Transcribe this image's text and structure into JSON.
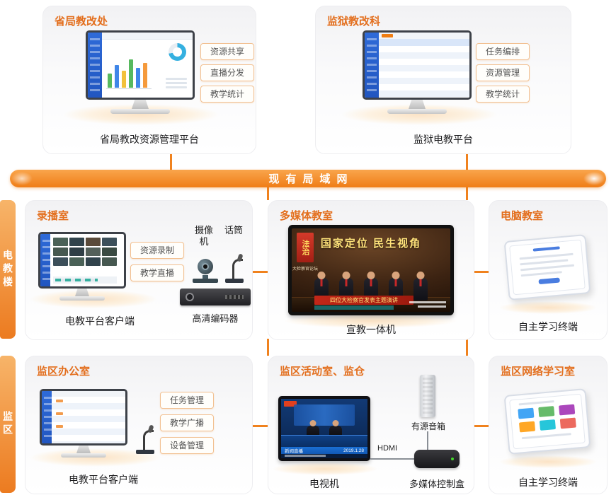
{
  "lan": {
    "label": "现有局域网"
  },
  "side_tabs": {
    "building": "电教楼",
    "prison": "监区"
  },
  "panels": {
    "top_left": {
      "title": "省局教改处",
      "tags": [
        "资源共享",
        "直播分发",
        "教学统计"
      ],
      "caption": "省局教改资源管理平台"
    },
    "top_right": {
      "title": "监狱教改科",
      "tags": [
        "任务编排",
        "资源管理",
        "教学统计"
      ],
      "caption": "监狱电教平台"
    },
    "recording": {
      "title": "录播室",
      "tags": [
        "资源录制",
        "教学直播"
      ],
      "monitor_caption": "电教平台客户端",
      "camera_label": "摄像机",
      "mic_label": "话筒",
      "encoder_caption": "高清编码器"
    },
    "multimedia": {
      "title": "多媒体教室",
      "caption": "宣教一体机",
      "screen": {
        "banner": "法治",
        "banner_sub": "大检察官论坛",
        "headline": "国家定位 民生视角",
        "band": "四位大检察官发表主题演讲"
      }
    },
    "computer": {
      "title": "电脑教室",
      "caption": "自主学习终端"
    },
    "office": {
      "title": "监区办公室",
      "tags": [
        "任务管理",
        "教学广播",
        "设备管理"
      ],
      "caption": "电教平台客户端"
    },
    "activity": {
      "title": "监区活动室、监仓",
      "tv_caption": "电视机",
      "speaker_label": "有源音箱",
      "hdmi_label": "HDMI",
      "box_caption": "多媒体控制盒",
      "tv_screen": {
        "ticker": "新闻直播",
        "date": "2019.1.28"
      }
    },
    "study": {
      "title": "监区网络学习室",
      "caption": "自主学习终端"
    }
  }
}
